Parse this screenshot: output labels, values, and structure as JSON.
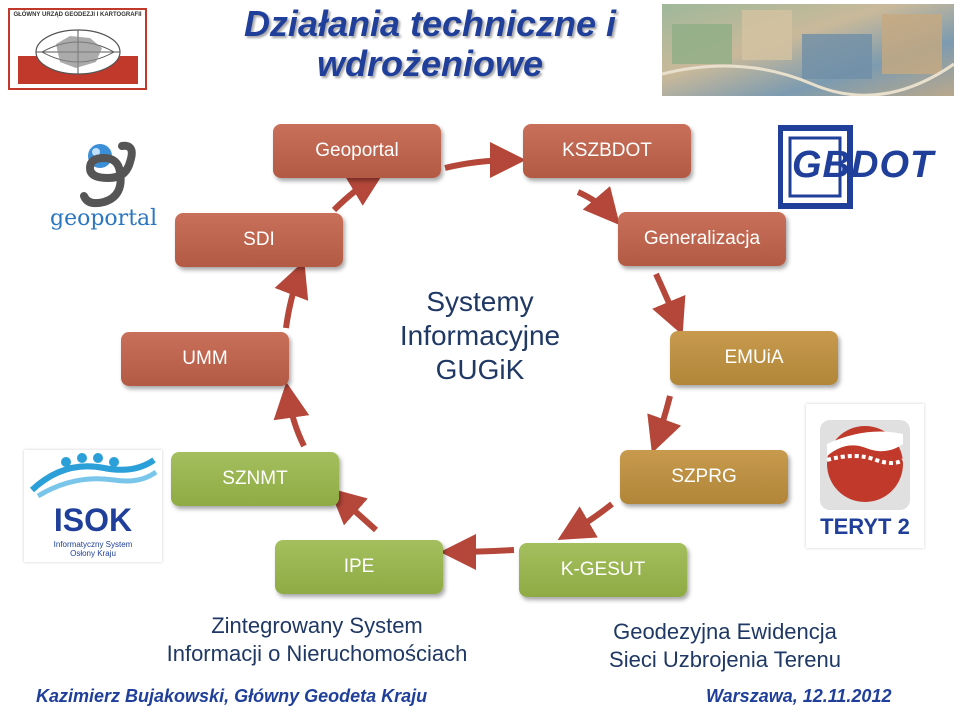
{
  "title": "Działania techniczne i wdrożeniowe",
  "center": {
    "line1": "Systemy",
    "line2": "Informacyjne",
    "line3": "GUGiK"
  },
  "nodes": [
    {
      "label": "Geoportal",
      "color": "red"
    },
    {
      "label": "KSZBDOT",
      "color": "red"
    },
    {
      "label": "Generalizacja",
      "color": "red"
    },
    {
      "label": "EMUiA",
      "color": "olive"
    },
    {
      "label": "SZPRG",
      "color": "olive"
    },
    {
      "label": "K-GESUT",
      "color": "green"
    },
    {
      "label": "IPE",
      "color": "green"
    },
    {
      "label": "SZNMT",
      "color": "green"
    },
    {
      "label": "UMM",
      "color": "red"
    },
    {
      "label": "SDI",
      "color": "red"
    }
  ],
  "captions": {
    "left": {
      "line1": "Zintegrowany System",
      "line2": "Informacji o Nieruchomościach"
    },
    "right": {
      "line1": "Geodezyjna Ewidencja",
      "line2": "Sieci Uzbrojenia Terenu"
    }
  },
  "footer": {
    "left": "Kazimierz Bujakowski, Główny Geodeta Kraju",
    "right": "Warszawa, 12.11.2012"
  },
  "logos": {
    "gugik": {
      "text": "GŁÓWNY URZĄD GEODEZJI I KARTOGRAFII",
      "icon": "gugik-emblem-icon"
    },
    "geoportal": {
      "text": "geoportal",
      "icon": "geoportal-g-icon"
    },
    "gbdot": {
      "text": "GBDOT",
      "icon": "gbdot-logo-icon"
    },
    "isok": {
      "text": "ISOK",
      "subtitle": "Informatyczny System Osłony Kraju",
      "icon": "isok-logo-icon"
    },
    "teryt": {
      "text": "TERYT 2",
      "icon": "teryt-logo-icon"
    }
  },
  "colors": {
    "title": "#1f3f9a",
    "red": "#bd6450",
    "olive": "#bb9042",
    "green": "#99b550",
    "arrow": "#b5473a",
    "text": "#1f3864"
  }
}
